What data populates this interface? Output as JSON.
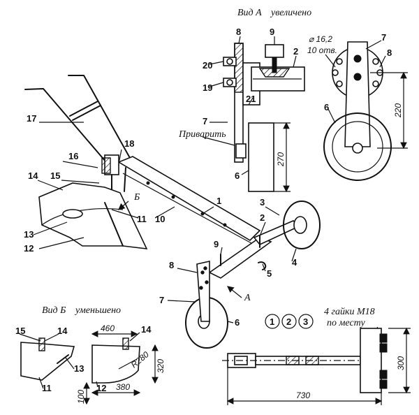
{
  "captions": {
    "view_a": "Вид А",
    "view_a_note": "увеличено",
    "view_b": "Вид Б",
    "view_b_note": "уменьшено",
    "weld": "Приварить",
    "holes": "⌀ 16,2",
    "holes_count": "10 отв.",
    "nuts": "4 гайки М18",
    "nuts_note": "по месту",
    "arrow_a": "А",
    "arrow_b": "Б"
  },
  "parts_circled": [
    "1",
    "2",
    "3"
  ],
  "labels": {
    "main": [
      "17",
      "16",
      "18",
      "14",
      "15",
      "13",
      "12",
      "11",
      "10",
      "1",
      "3",
      "2",
      "4",
      "5",
      "9",
      "8",
      "7",
      "6"
    ],
    "view_a": [
      "8",
      "9",
      "20",
      "2",
      "19",
      "21",
      "7",
      "6"
    ],
    "side": [
      "7",
      "8",
      "6"
    ],
    "view_b": [
      "15",
      "14",
      "13",
      "11",
      "14",
      "12"
    ]
  },
  "dimensions": {
    "wheel_height": "270",
    "bracket_height": "220",
    "blade_width": "460",
    "blade_radius": "R280",
    "blade_height": "320",
    "blade_length": "380",
    "blade_base": "100",
    "frame_length": "730",
    "frame_height": "300"
  }
}
